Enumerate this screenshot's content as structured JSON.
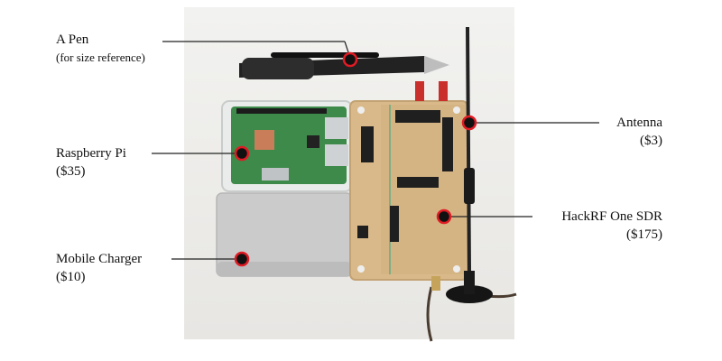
{
  "labels": {
    "pen": {
      "name": "A Pen",
      "note": "(for size reference)"
    },
    "raspberry_pi": {
      "name": "Raspberry Pi",
      "price": "($35)"
    },
    "mobile_charger": {
      "name": "Mobile Charger",
      "price": "($10)"
    },
    "antenna": {
      "name": "Antenna",
      "price": "($3)"
    },
    "hackrf": {
      "name": "HackRF One SDR",
      "price": "($175)"
    }
  },
  "colors": {
    "marker_fill": "#111111",
    "marker_ring": "#e01b24",
    "leader_line": "#222222",
    "photo_background": "#eeeeec",
    "board_case": "#d9b98a",
    "pi_board": "#3e8a4a",
    "charger": "#c9c9c9"
  },
  "icons": [
    "pointer-marker"
  ]
}
